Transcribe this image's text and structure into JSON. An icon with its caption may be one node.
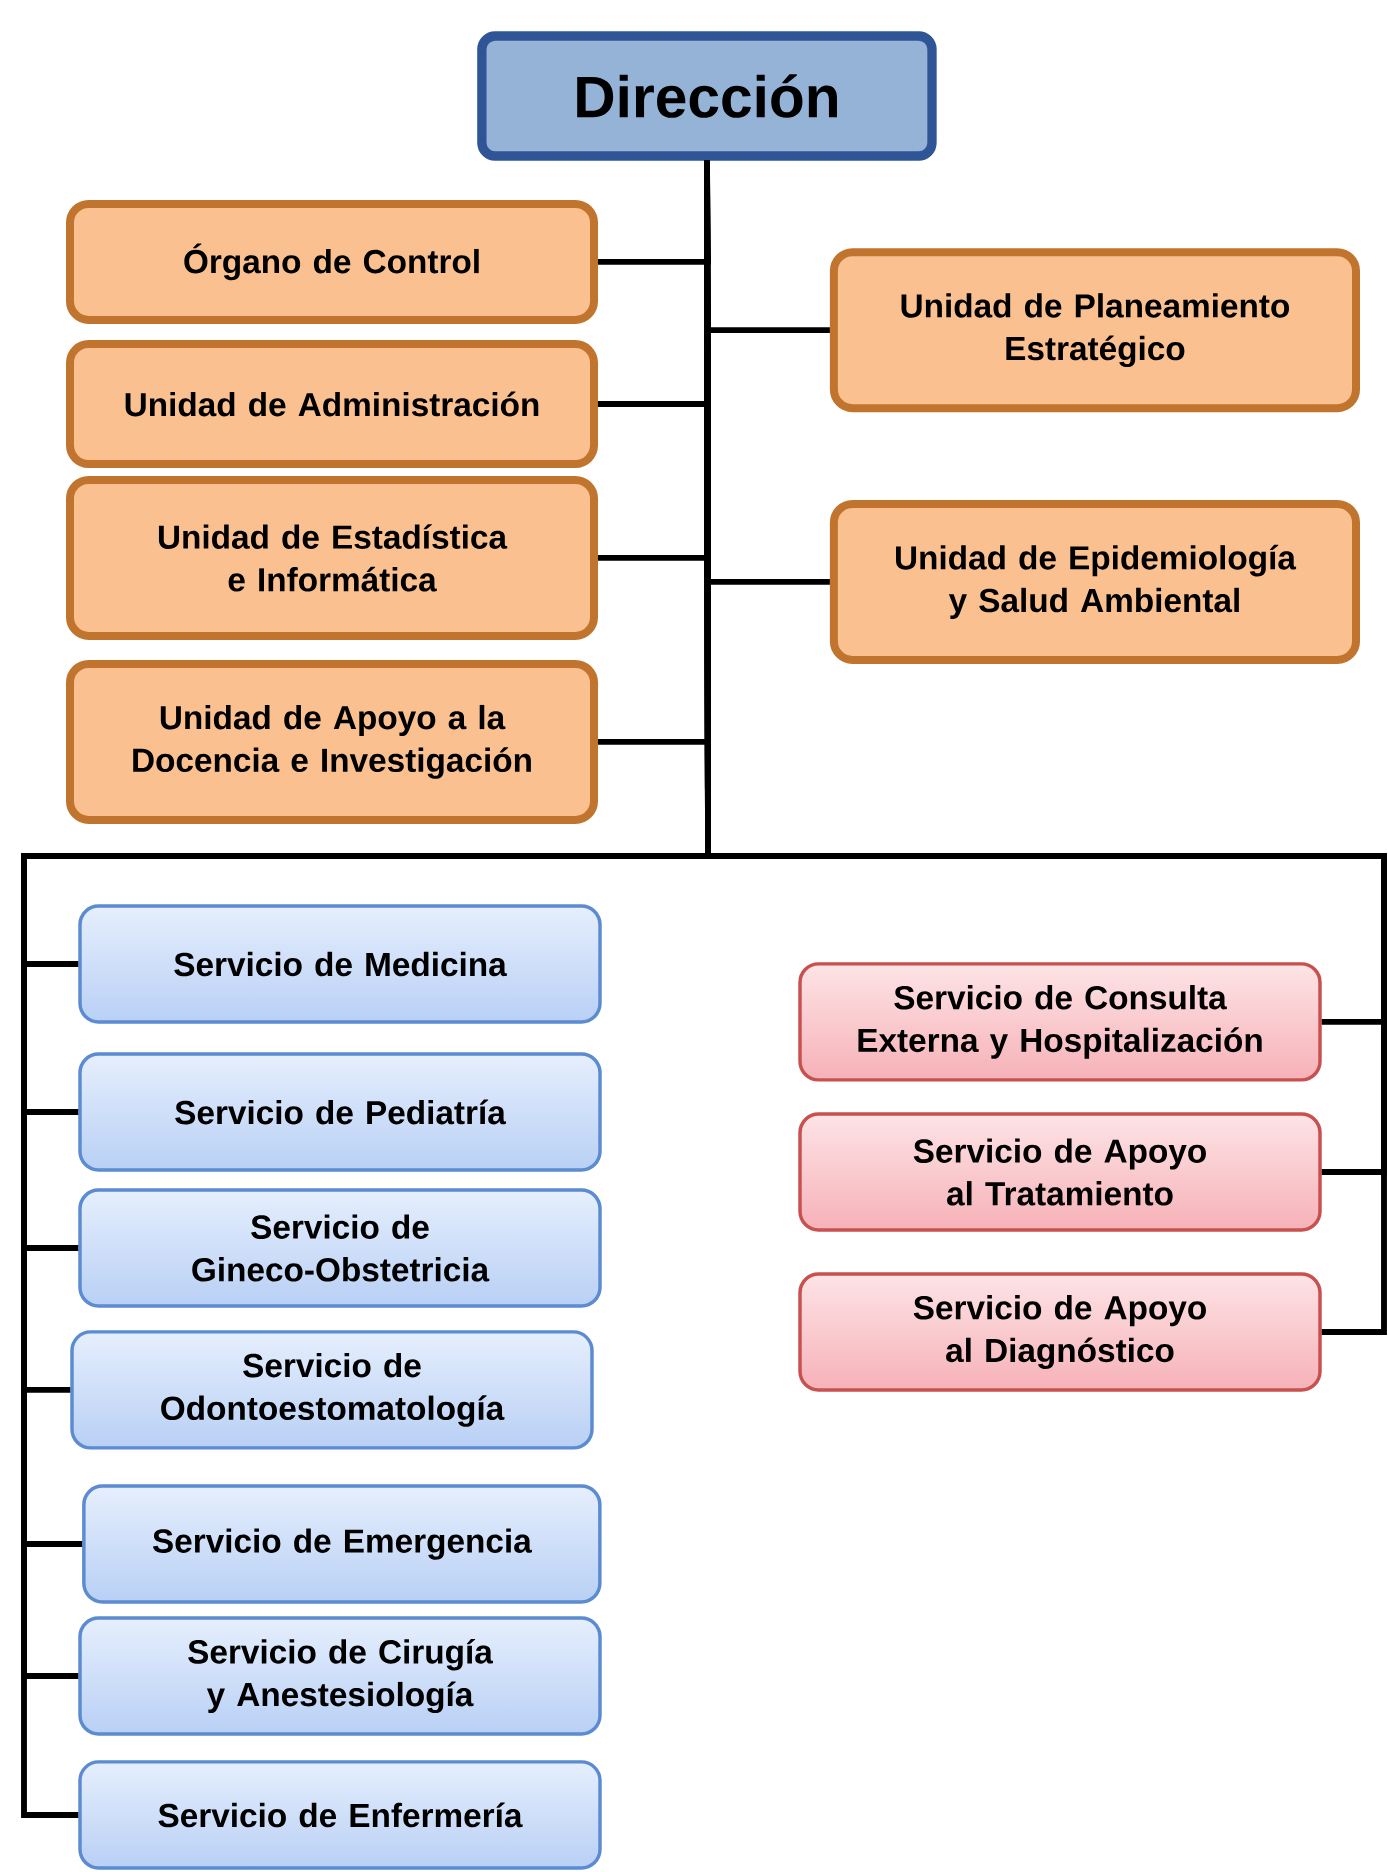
{
  "diagram": {
    "nodes": [
      {
        "text": [
          "Dirección"
        ]
      },
      {
        "text": [
          "Órgano de Control"
        ]
      },
      {
        "text": [
          "Unidad de Planeamiento Estratégico"
        ]
      },
      {
        "text": [
          "Unidad de Administración"
        ]
      },
      {
        "text": [
          "Unidad de Estadística e Informática"
        ]
      },
      {
        "text": [
          "Unidad de Epidemiología y Salud Ambiental"
        ]
      },
      {
        "text": [
          "Unidad de Apoyo a la Docencia e Investigación"
        ]
      },
      {
        "text": [
          "Servicio de Medicina"
        ]
      },
      {
        "text": [
          "Servicio de Pediatría"
        ]
      },
      {
        "text": [
          "Servicio de Gineco-Obstetricia"
        ]
      },
      {
        "text": [
          "Servicio de Odontoestomatología"
        ]
      },
      {
        "text": [
          "Servicio de Emergencia"
        ]
      },
      {
        "text": [
          "Servicio de Cirugía y Anestesiología"
        ]
      },
      {
        "text": [
          "Servicio de Enfermería"
        ]
      },
      {
        "text": [
          "Servicio de Consulta Externa y Hospitalización"
        ]
      },
      {
        "text": [
          "Servicio de Apoyo al Tratamiento"
        ]
      },
      {
        "text": [
          "Servicio de Apoyo al Diagnóstico"
        ]
      }
    ],
    "edges": [
      {
        "from": 0,
        "to": 1,
        "arrow": "none"
      },
      {
        "from": 0,
        "to": 2,
        "arrow": "none"
      },
      {
        "from": 0,
        "to": 3,
        "arrow": "none"
      },
      {
        "from": 0,
        "to": 4,
        "arrow": "none"
      },
      {
        "from": 0,
        "to": 5,
        "arrow": "none"
      },
      {
        "from": 0,
        "to": 6,
        "arrow": "none"
      },
      {
        "from": 0,
        "to": 7,
        "arrow": "none"
      },
      {
        "from": 0,
        "to": 8,
        "arrow": "none"
      },
      {
        "from": 0,
        "to": 9,
        "arrow": "none"
      },
      {
        "from": 0,
        "to": 10,
        "arrow": "none"
      },
      {
        "from": 0,
        "to": 11,
        "arrow": "none"
      },
      {
        "from": 0,
        "to": 12,
        "arrow": "none"
      },
      {
        "from": 0,
        "to": 13,
        "arrow": "none"
      },
      {
        "from": 0,
        "to": 14,
        "arrow": "none"
      },
      {
        "from": 0,
        "to": 15,
        "arrow": "none"
      },
      {
        "from": 0,
        "to": 16,
        "arrow": "none"
      }
    ]
  }
}
